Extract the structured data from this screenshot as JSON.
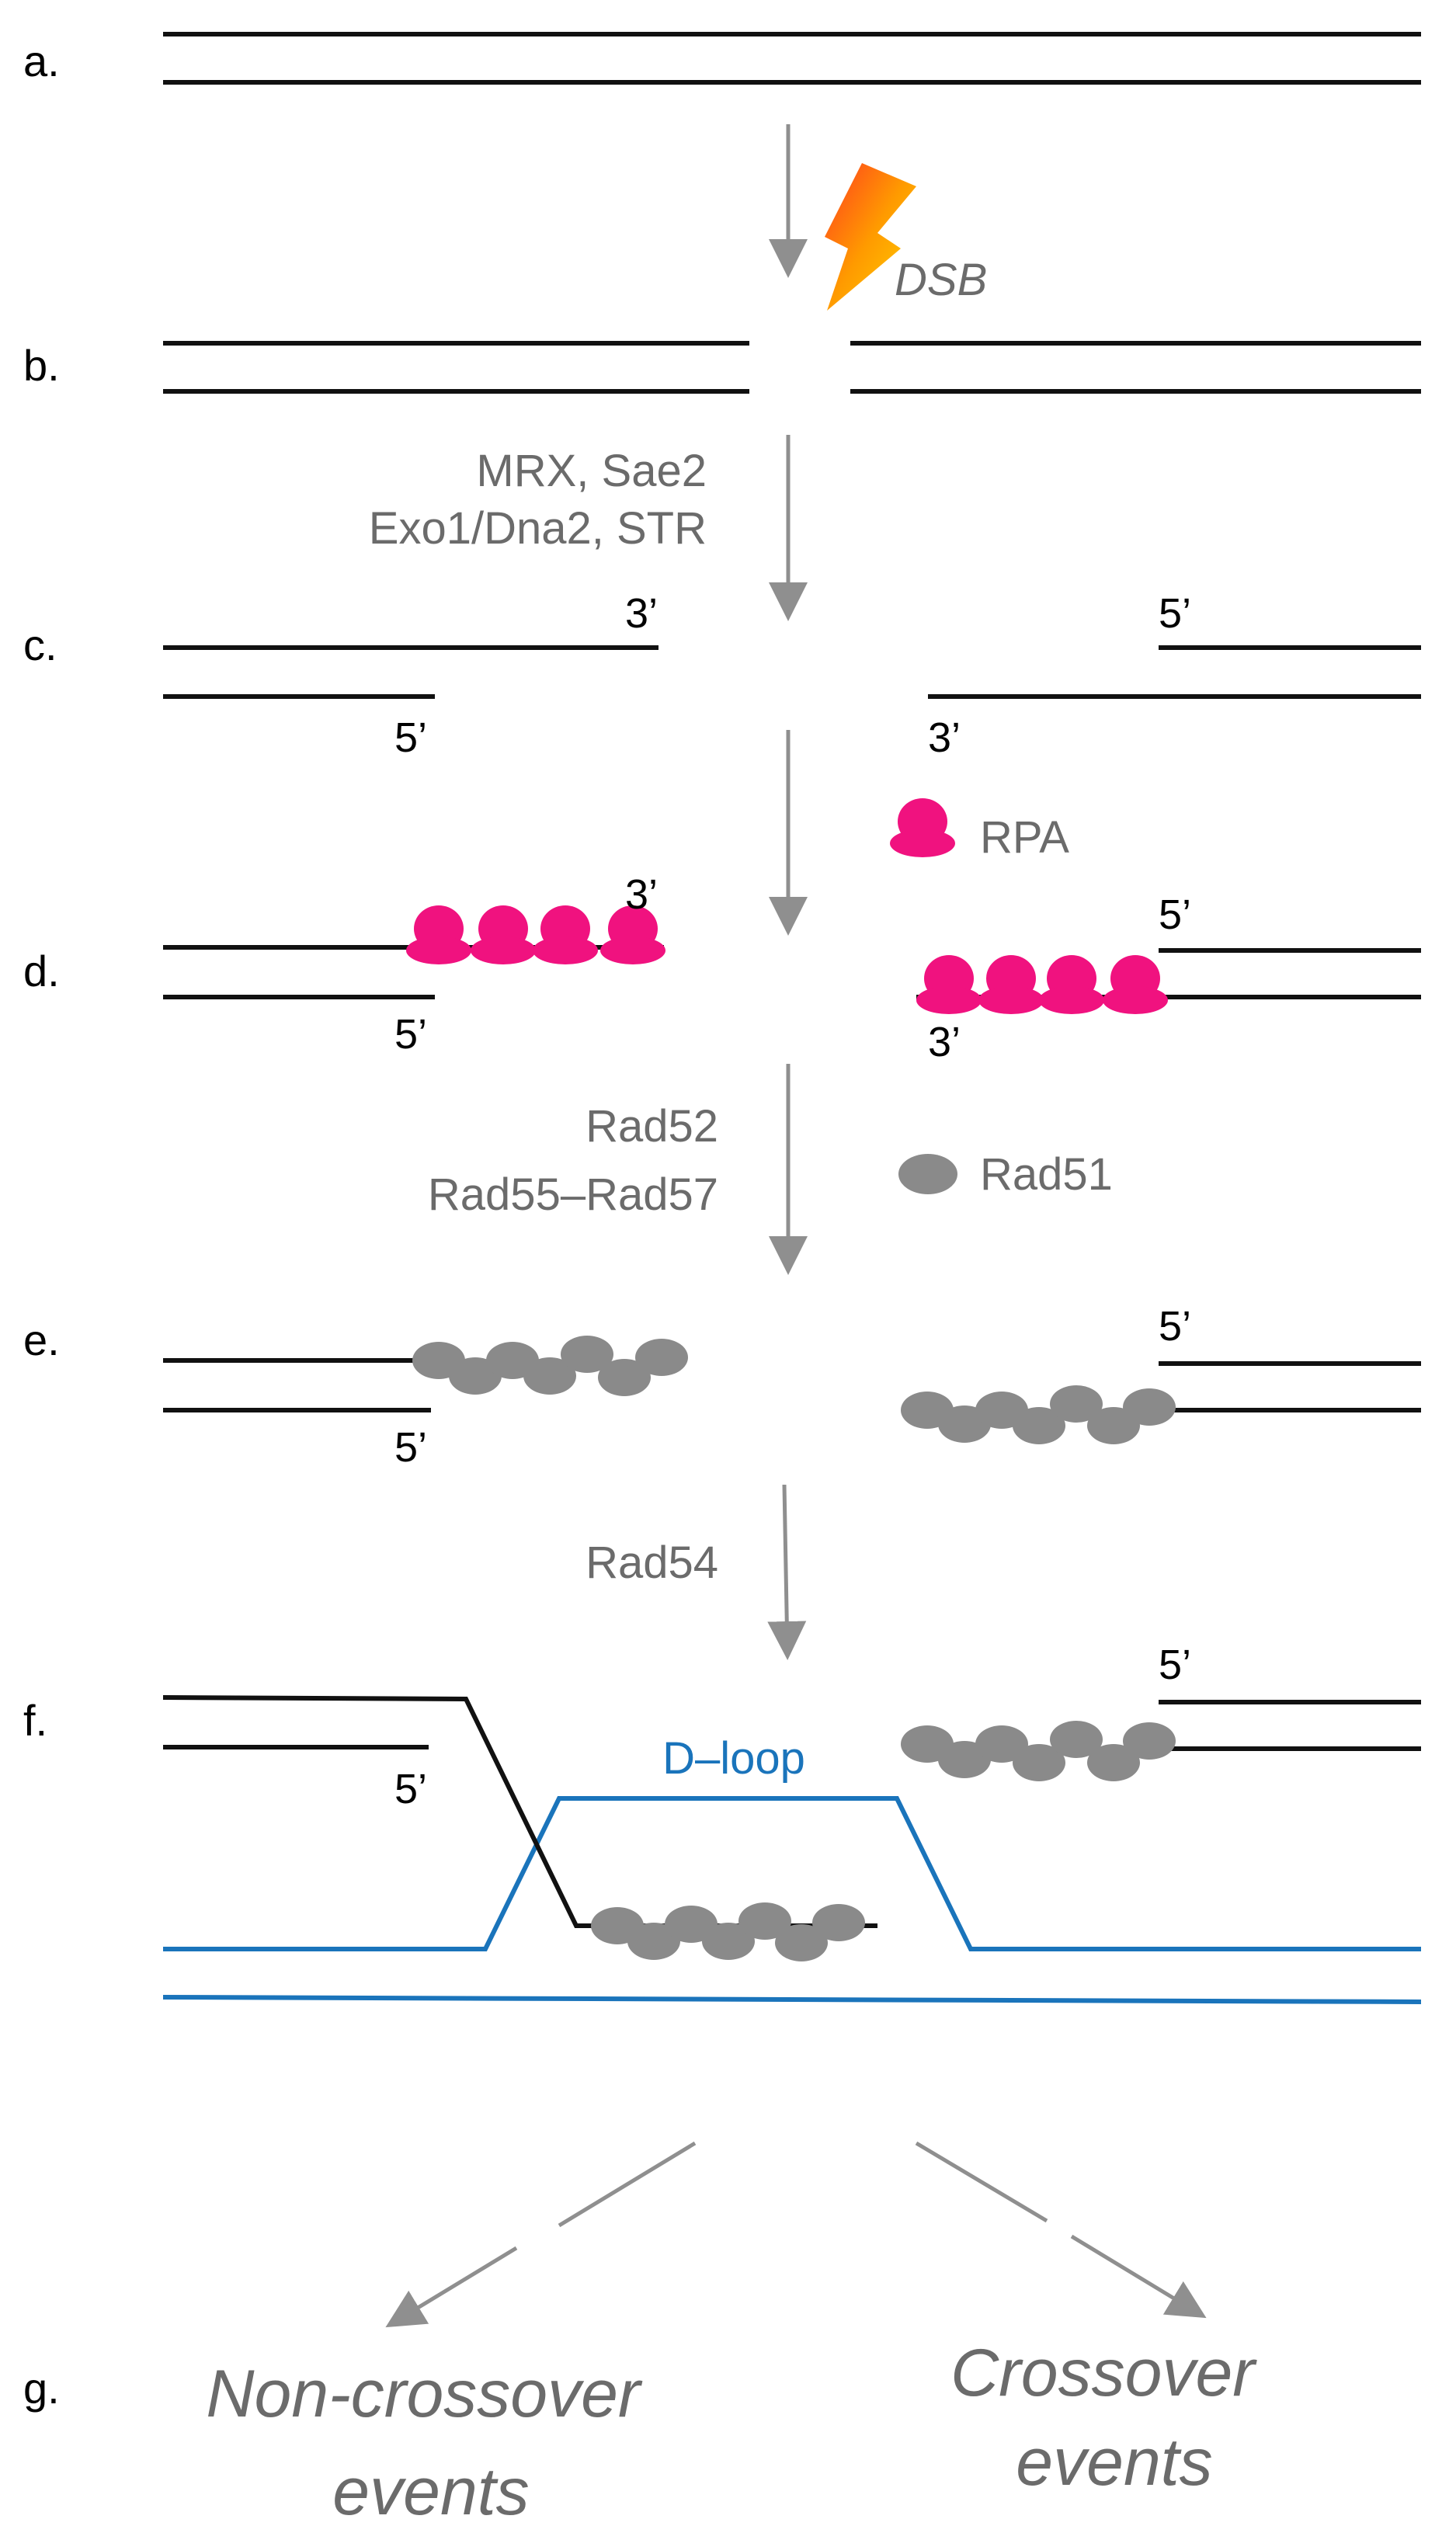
{
  "colors": {
    "dna": "#111111",
    "donor": "#1a74bb",
    "rpa": "#f0127f",
    "rad51": "#8a8a8a",
    "arrow": "#8f8f8f",
    "annotation": "#6b6b6b"
  },
  "icons": {
    "dsb": "lightning-bolt-icon",
    "rpa": "rpa-protein-icon",
    "rad51": "rad51-protein-icon"
  },
  "steps": {
    "a": "a.",
    "b": "b.",
    "c": "c.",
    "d": "d.",
    "e": "e.",
    "f": "f.",
    "g": "g."
  },
  "ends": {
    "three_prime": "3’",
    "five_prime": "5’"
  },
  "annotations": {
    "dsb": "DSB",
    "resection_1": "MRX, Sae2",
    "resection_2": "Exo1/Dna2, STR",
    "rpa": "RPA",
    "mediators_1": "Rad52",
    "mediators_2": "Rad55–Rad57",
    "rad51": "Rad51",
    "rad54": "Rad54",
    "dloop": "D–loop"
  },
  "outcomes": {
    "noncrossover_1": "Non-crossover",
    "noncrossover_2": "events",
    "crossover_1": "Crossover",
    "crossover_2": "events"
  }
}
